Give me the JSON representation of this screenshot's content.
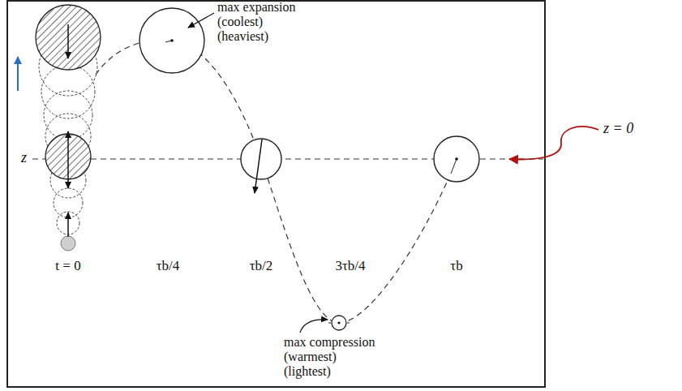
{
  "diagram": {
    "labels": [
      "max expansion (coolest) (heaviest)",
      "max compression (warmest) (lightest)",
      "t = 0",
      "τb/4",
      "τb/2",
      "3τb/4",
      "τb",
      "z",
      "z = 0"
    ]
  }
}
